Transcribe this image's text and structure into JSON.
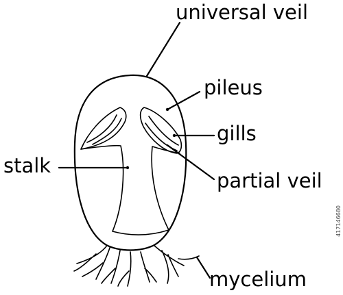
{
  "labels": {
    "universal_veil": "universal veil",
    "pileus": "pileus",
    "gills": "gills",
    "stalk": "stalk",
    "partial_veil": "partial veil",
    "mycelium": "mycelium"
  },
  "stamp_id": "417146680",
  "colors": {
    "line": "#000000",
    "background": "#ffffff"
  }
}
